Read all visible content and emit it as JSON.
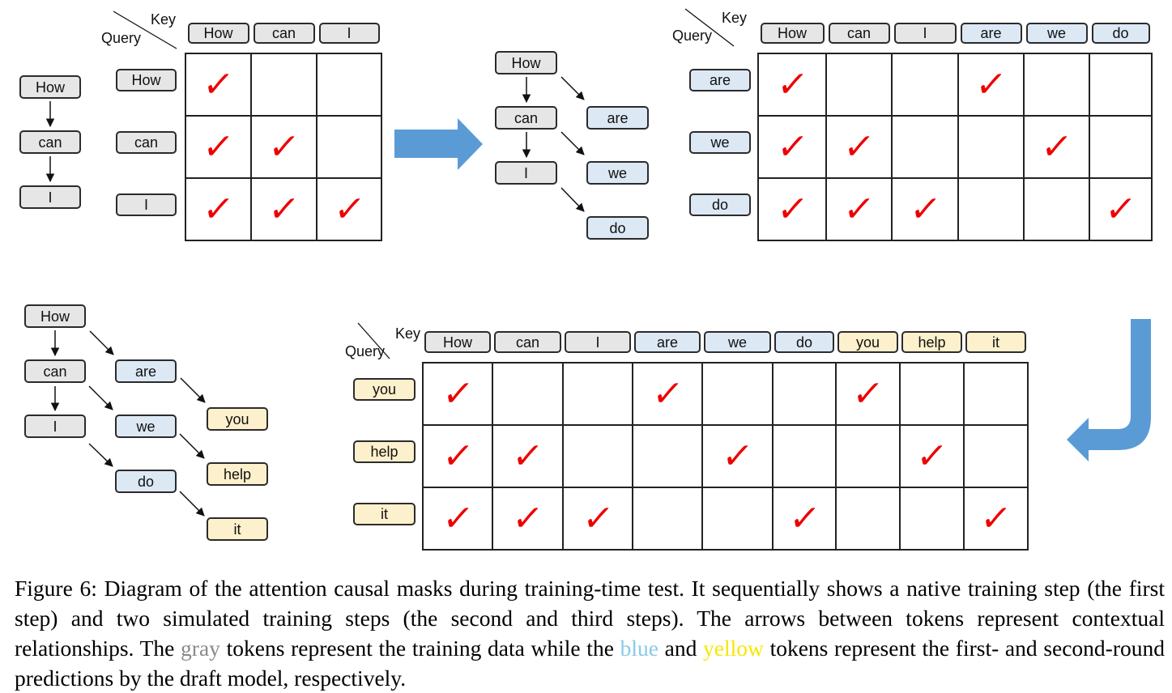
{
  "colors": {
    "gray_token": "#e6e6e6",
    "blue_token": "#dde8f5",
    "yellow_token": "#fdf0cc",
    "check": "#ee0000",
    "flow_arrow": "#5b9bd5"
  },
  "axis": {
    "key": "Key",
    "query": "Query"
  },
  "check_glyph": "✓",
  "step1": {
    "tree": [
      "How",
      "can",
      "I"
    ],
    "keys": [
      {
        "text": "How",
        "color": "gray"
      },
      {
        "text": "can",
        "color": "gray"
      },
      {
        "text": "I",
        "color": "gray"
      }
    ],
    "queries": [
      {
        "text": "How",
        "color": "gray"
      },
      {
        "text": "can",
        "color": "gray"
      },
      {
        "text": "I",
        "color": "gray"
      }
    ],
    "mask": [
      [
        1,
        0,
        0
      ],
      [
        1,
        1,
        0
      ],
      [
        1,
        1,
        1
      ]
    ]
  },
  "step2": {
    "tree": {
      "gray": [
        "How",
        "can",
        "I"
      ],
      "blue": [
        "are",
        "we",
        "do"
      ]
    },
    "keys": [
      {
        "text": "How",
        "color": "gray"
      },
      {
        "text": "can",
        "color": "gray"
      },
      {
        "text": "I",
        "color": "gray"
      },
      {
        "text": "are",
        "color": "blue"
      },
      {
        "text": "we",
        "color": "blue"
      },
      {
        "text": "do",
        "color": "blue"
      }
    ],
    "queries": [
      {
        "text": "are",
        "color": "blue"
      },
      {
        "text": "we",
        "color": "blue"
      },
      {
        "text": "do",
        "color": "blue"
      }
    ],
    "mask": [
      [
        1,
        0,
        0,
        1,
        0,
        0
      ],
      [
        1,
        1,
        0,
        0,
        1,
        0
      ],
      [
        1,
        1,
        1,
        0,
        0,
        1
      ]
    ]
  },
  "step3": {
    "tree": {
      "gray": [
        "How",
        "can",
        "I"
      ],
      "blue": [
        "are",
        "we",
        "do"
      ],
      "yellow": [
        "you",
        "help",
        "it"
      ]
    },
    "keys": [
      {
        "text": "How",
        "color": "gray"
      },
      {
        "text": "can",
        "color": "gray"
      },
      {
        "text": "I",
        "color": "gray"
      },
      {
        "text": "are",
        "color": "blue"
      },
      {
        "text": "we",
        "color": "blue"
      },
      {
        "text": "do",
        "color": "blue"
      },
      {
        "text": "you",
        "color": "yellow"
      },
      {
        "text": "help",
        "color": "yellow"
      },
      {
        "text": "it",
        "color": "yellow"
      }
    ],
    "queries": [
      {
        "text": "you",
        "color": "yellow"
      },
      {
        "text": "help",
        "color": "yellow"
      },
      {
        "text": "it",
        "color": "yellow"
      }
    ],
    "mask": [
      [
        1,
        0,
        0,
        1,
        0,
        0,
        1,
        0,
        0
      ],
      [
        1,
        1,
        0,
        0,
        1,
        0,
        0,
        1,
        0
      ],
      [
        1,
        1,
        1,
        0,
        0,
        1,
        0,
        0,
        1
      ]
    ]
  },
  "caption": {
    "part1": "Figure 6: Diagram of the attention causal masks during training-time test. It sequentially shows a native training step (the first step) and two simulated training steps (the second and third steps). The arrows between tokens represent contextual relationships. The ",
    "gray_word": "gray",
    "part2": " tokens represent the training data while the ",
    "blue_word": "blue",
    "part3": " and ",
    "yellow_word": "yellow",
    "part4": " tokens represent the first- and second-round predictions by the draft model, respectively."
  }
}
